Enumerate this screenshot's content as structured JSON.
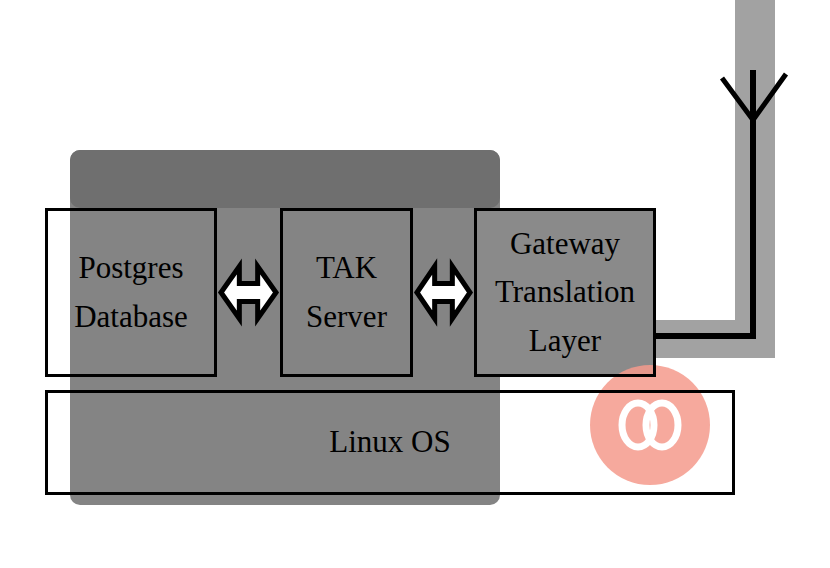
{
  "diagram": {
    "nodes": [
      {
        "text": [
          "Postgres Database"
        ]
      },
      {
        "text": [
          "TAK Server"
        ]
      },
      {
        "text": [
          "Gateway Translation Layer"
        ]
      },
      {
        "text": [
          "Linux OS"
        ]
      }
    ],
    "edges": [
      {
        "from": 0,
        "to": 1,
        "arrow": "both"
      },
      {
        "from": 1,
        "to": 2,
        "arrow": "both"
      }
    ]
  }
}
